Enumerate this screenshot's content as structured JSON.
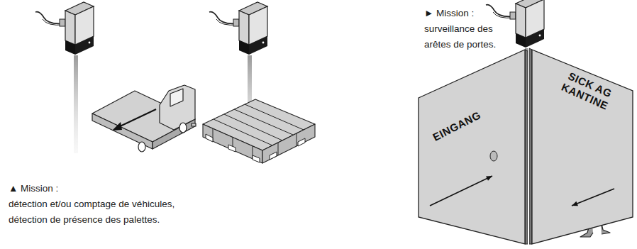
{
  "diagram": {
    "nodes": [
      {
        "text": [
          "EINGANG"
        ]
      },
      {
        "text": [
          "SICK AG KANTINE"
        ]
      }
    ],
    "labels": [
      "▲ Mission :",
      "détection et/ou comptage de véhicules, détection de présence des palettes.",
      "► Mission :",
      "surveillance des arêtes de portes."
    ]
  }
}
